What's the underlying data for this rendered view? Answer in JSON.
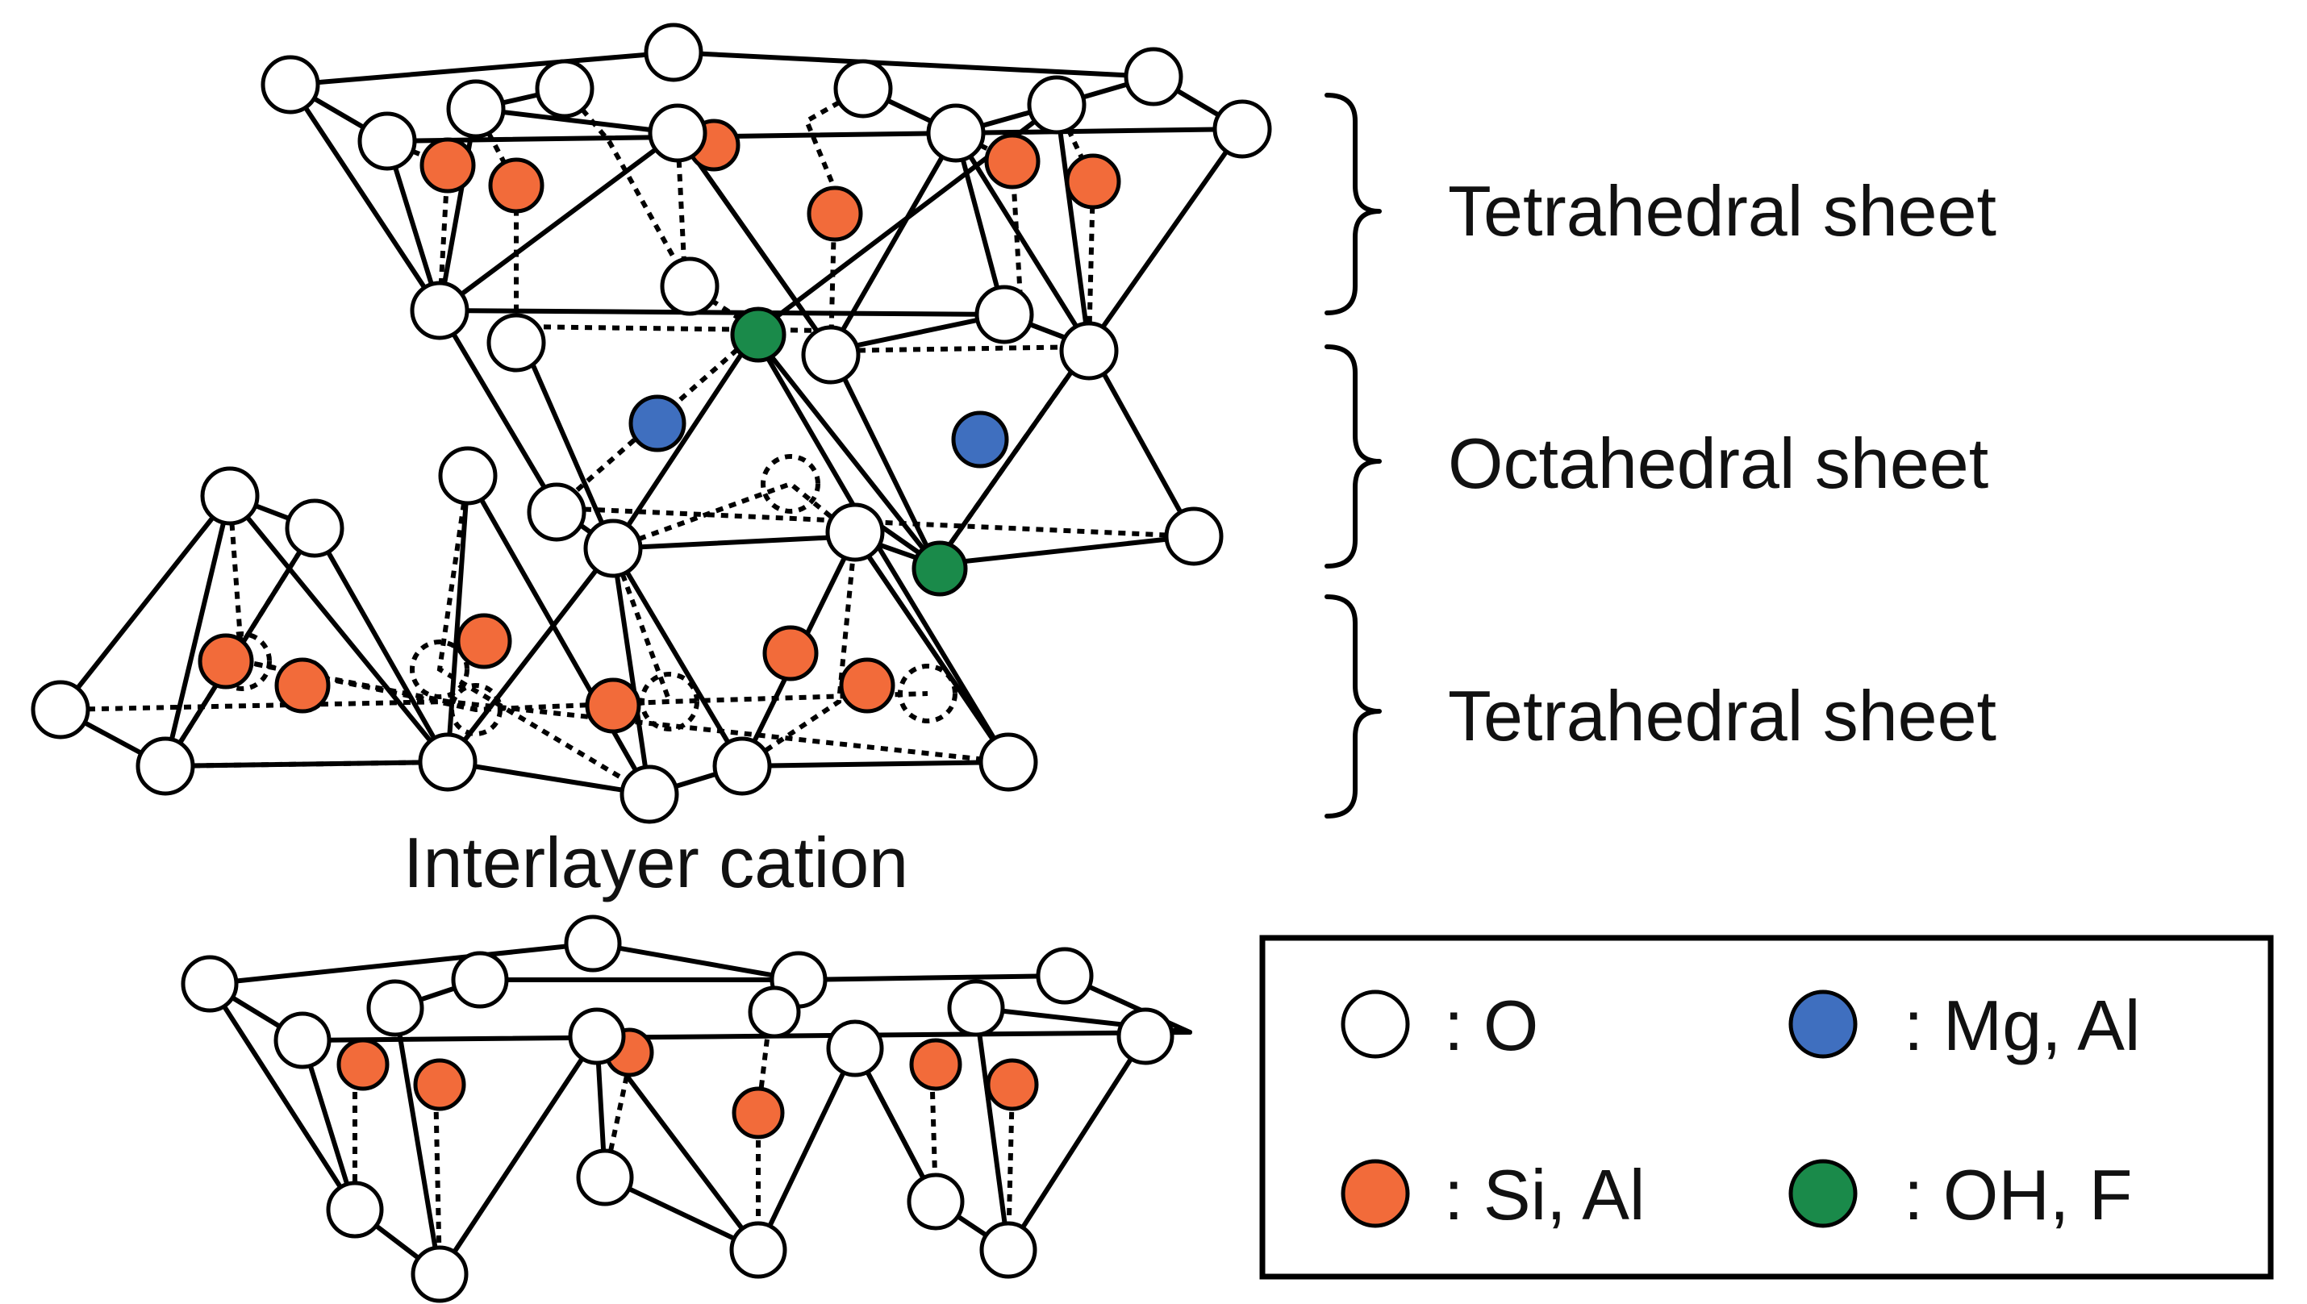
{
  "labels": {
    "tetrahedral_top": "Tetrahedral sheet",
    "octahedral": "Octahedral sheet",
    "tetrahedral_bottom": "Tetrahedral sheet",
    "interlayer": "Interlayer cation"
  },
  "legend": [
    {
      "label": ": O",
      "color": "#ffffff"
    },
    {
      "label": ": Mg, Al",
      "color": "#3f6fbf"
    },
    {
      "label": ": Si, Al",
      "color": "#f26b3a"
    },
    {
      "label": ": OH, F",
      "color": "#1a8a4a"
    }
  ],
  "colors": {
    "oxygen": "#ffffff",
    "silicon": "#f26b3a",
    "magnesium": "#3f6fbf",
    "hydroxyl": "#1a8a4a",
    "line": "#000000"
  }
}
